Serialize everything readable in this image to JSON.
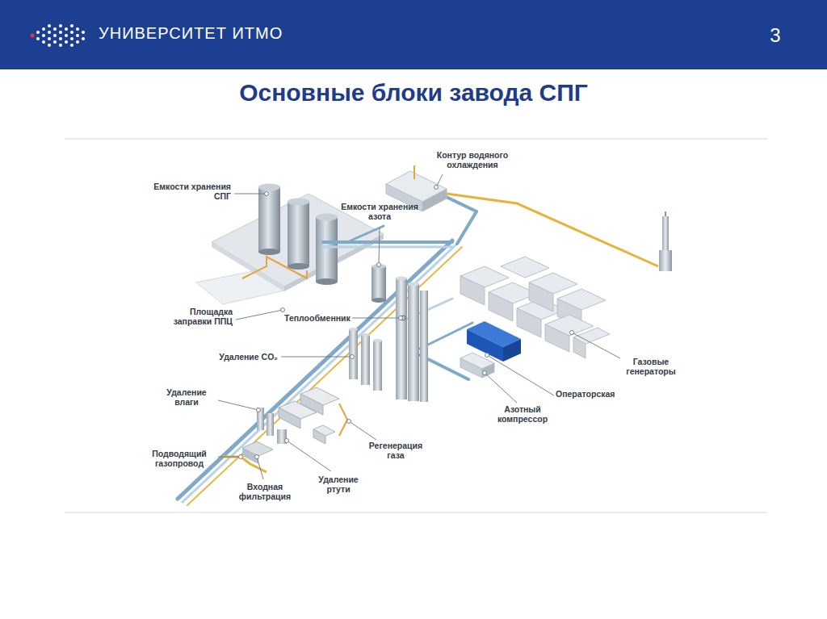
{
  "diagram": {
    "title": "Основные блоки завода СПГ",
    "labels": [
      "УНИВЕРСИТЕТ ИТМО",
      "3",
      "Контур водяного охлаждения",
      "Емкости хранения СПГ",
      "Емкости хранения азота",
      "Площадка заправки ППЦ",
      "Теплообменник",
      "Удаление CO₂",
      "Газовые генераторы",
      "Операторская",
      "Азотный компрессор",
      "Удаление влаги",
      "Регенерация газа",
      "Подводящий газопровод",
      "Удаление ртути",
      "Входная фильтрация"
    ]
  }
}
